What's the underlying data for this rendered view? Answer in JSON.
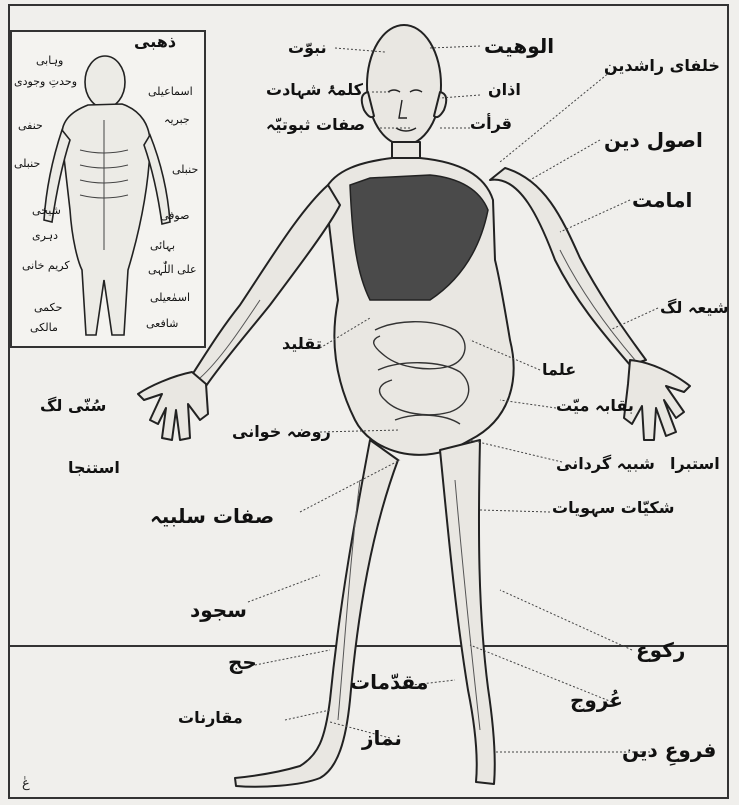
{
  "main_labels": {
    "uluhiyyat": "الوھیت",
    "nubuwwat": "نبوّت",
    "kalima": "کلمۂ شہادت",
    "sifat_subutiyya": "صفات ثبوتیّہ",
    "azan": "اذان",
    "qirat": "قرأت",
    "khulafa": "خلفای راشدین",
    "usul_e_din": "اصول دین",
    "imamat": "امامت",
    "shia": "شیعہ لگ",
    "taqlid": "تقلید",
    "ulama": "علما",
    "sunni": "سُنّی لگ",
    "rauza": "روضہ خوانی",
    "baqa": "بقابہ میّت",
    "istinja": "استنجا",
    "istibra": "استبرا",
    "shabih": "شبیہ گردانی",
    "sifat_salbiyya": "صفات سلبیہ",
    "shakiyat": "شکیّات سہویات",
    "sujud": "سجود",
    "ruku": "رکوع",
    "hajj": "حج",
    "muqaddamat": "مقدّمات",
    "muqarinat": "مقارنات",
    "namaz": "نماز",
    "furu_e_din": "فروعِ دین",
    "uruj": "عُروج"
  },
  "inset_labels": {
    "zahabi": "ذھبی",
    "wahhabi": "وہابی",
    "wahdat": "وحدتِ وجودی",
    "ismaili": "اسماعیلی",
    "hanafi": "حنفی",
    "jabariya": "جبریہ",
    "junbali": "حنبلی",
    "sheikhi": "شیخی",
    "sufi": "صوفی",
    "dahri": "دہری",
    "bahai": "بہائی",
    "karimkhani": "کریم خانی",
    "aliullahi": "علی اللّٰہی",
    "hakami": "حکمی",
    "ismaeli2": "اسمٰعیلی",
    "shafai": "شافعی",
    "maliki": "مالکی",
    "hanbali": "حنبلی"
  },
  "signature": "عٰ"
}
